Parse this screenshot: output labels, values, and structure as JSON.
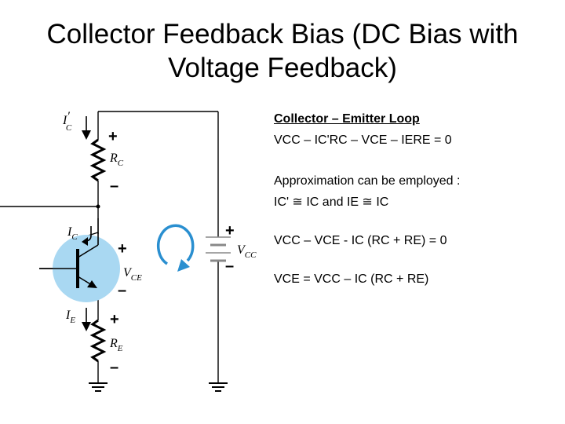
{
  "title": {
    "line1": "Collector Feedback Bias (DC Bias with",
    "line2": "Voltage Feedback)"
  },
  "notes": {
    "heading": "Collector – Emitter Loop",
    "line1": "VCC – IC'RC – VCE – IERE = 0",
    "line2": "Approximation can be employed :",
    "line3": "IC' ≅ IC and IE ≅ IC",
    "line4": "VCC – VCE - IC (RC + RE) = 0",
    "line5": "VCE = VCC – IC (RC + RE)"
  },
  "circuit": {
    "ic_prime": {
      "main": "I",
      "sup": "′",
      "sub": "C"
    },
    "rc": {
      "main": "R",
      "sub": "C"
    },
    "ic": {
      "main": "I",
      "sub": "C"
    },
    "vce": {
      "main": "V",
      "sub": "CE"
    },
    "ie": {
      "main": "I",
      "sub": "E"
    },
    "re": {
      "main": "R",
      "sub": "E"
    },
    "vcc": {
      "main": "V",
      "sub": "CC"
    },
    "plus": "+",
    "minus": "–"
  },
  "colors": {
    "transistor_fill": "#a9d8f2",
    "loop_arrow": "#2a8fd0",
    "wire": "#000000",
    "battery_wire": "#888888"
  }
}
